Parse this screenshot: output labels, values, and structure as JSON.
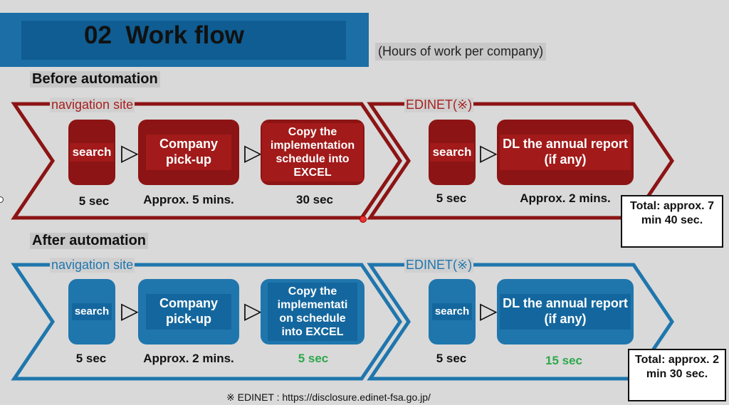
{
  "title": "02  Work flow",
  "subtitle": "(Hours of work per company)",
  "before": {
    "label": "Before automation",
    "nav_label": "navigation site",
    "edinet_label": "EDINET(※)",
    "steps": [
      {
        "label": "search",
        "time": "5 sec"
      },
      {
        "label": "Company pick-up",
        "time": "Approx. 5 mins."
      },
      {
        "label": "Copy the implementation schedule into EXCEL",
        "time": "30 sec"
      },
      {
        "label": "search",
        "time": "5 sec"
      },
      {
        "label": "DL the annual report (if any)",
        "time": "Approx. 2 mins."
      }
    ],
    "total": "Total: approx. 7 min 40 sec."
  },
  "after": {
    "label": "After automation",
    "nav_label": "navigation site",
    "edinet_label": "EDINET(※)",
    "steps": [
      {
        "label": "search",
        "time": "5 sec"
      },
      {
        "label": "Company pick-up",
        "time": "Approx. 2 mins."
      },
      {
        "label": "Copy the implementati on schedule into EXCEL",
        "time": "5 sec"
      },
      {
        "label": "search",
        "time": "5 sec"
      },
      {
        "label": "DL the annual report (if any)",
        "time": "15 sec"
      }
    ],
    "total": "Total: approx. 2 min 30 sec."
  },
  "footnote": "※ EDINET : https://disclosure.edinet-fsa.go.jp/",
  "colors": {
    "before": "#8c1414",
    "after": "#1f76ad",
    "highlight_time": "#2ea84c"
  }
}
